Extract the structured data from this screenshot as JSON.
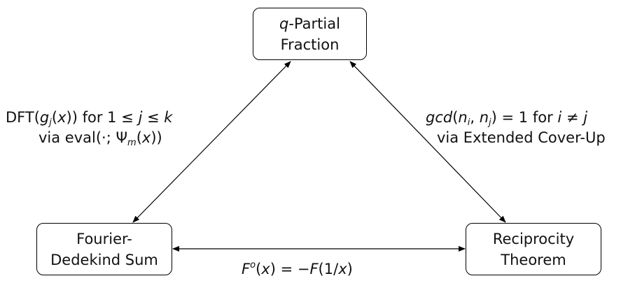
{
  "nodes": {
    "top": {
      "prefix": "q",
      "line1": "-Partial",
      "line2": "Fraction"
    },
    "left": {
      "line1": "Fourier-",
      "line2": "Dedekind Sum"
    },
    "right": {
      "line1": "Reciprocity",
      "line2": "Theorem"
    }
  },
  "edges": {
    "left": {
      "line1": {
        "a": "DFT(",
        "g": "g",
        "gsub": "j",
        "b": "(",
        "x": "x",
        "c": ")) for 1 ≤ ",
        "j": "j",
        "d": " ≤ ",
        "k": "k"
      },
      "line2": {
        "a": "via eval(·; Ψ",
        "msub": "m",
        "b": "(",
        "x": "x",
        "c": "))"
      }
    },
    "right": {
      "line1": {
        "gcd": "gcd",
        "a": "(",
        "n1": "n",
        "isub": "i",
        "b": ", ",
        "n2": "n",
        "jsub": "j",
        "c": ") = 1 for ",
        "i": "i",
        "d": " ≠ ",
        "j": "j"
      },
      "line2": "via Extended Cover-Up"
    },
    "bottom": {
      "F": "F",
      "sup": "o",
      "a": "(",
      "x": "x",
      "b": ") = −",
      "F2": "F",
      "c": "(1/",
      "x2": "x",
      "d": ")"
    }
  }
}
